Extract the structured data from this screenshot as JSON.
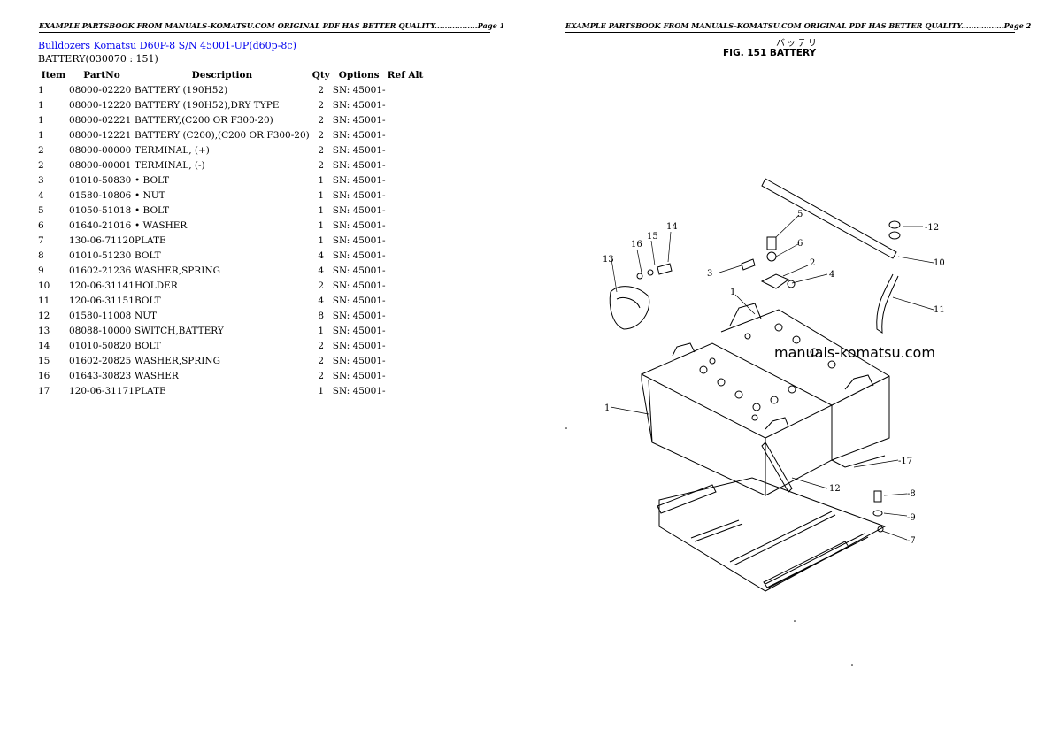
{
  "page1": {
    "header": "EXAMPLE PARTSBOOK FROM MANUALS-KOMATSU.COM ORIGINAL PDF HAS BETTER QUALITY.................Page 1",
    "breadcrumb_link1": "Bulldozers Komatsu",
    "breadcrumb_link2": "D60P-8 S/N 45001-UP(d60p-8c)",
    "subtitle": "BATTERY(030070 : 151)",
    "columns": [
      "Item",
      "PartNo",
      "Description",
      "Qty",
      "Options",
      "Ref Alt"
    ],
    "rows": [
      {
        "item": "1",
        "partno": "08000-02220",
        "desc": "BATTERY (190H52)",
        "qty": "2",
        "options": "SN: 45001-"
      },
      {
        "item": "1",
        "partno": "08000-12220",
        "desc": "BATTERY (190H52),DRY TYPE",
        "qty": "2",
        "options": "SN: 45001-"
      },
      {
        "item": "1",
        "partno": "08000-02221",
        "desc": "BATTERY,(C200 OR F300-20)",
        "qty": "2",
        "options": "SN: 45001-"
      },
      {
        "item": "1",
        "partno": "08000-12221",
        "desc": "BATTERY (C200),(C200 OR F300-20)",
        "qty": "2",
        "options": "SN: 45001-"
      },
      {
        "item": "2",
        "partno": "08000-00000",
        "desc": "TERMINAL, (+)",
        "qty": "2",
        "options": "SN: 45001-"
      },
      {
        "item": "2",
        "partno": "08000-00001",
        "desc": "TERMINAL, (-)",
        "qty": "2",
        "options": "SN: 45001-"
      },
      {
        "item": "3",
        "partno": "01010-50830",
        "desc": "• BOLT",
        "qty": "1",
        "options": "SN: 45001-"
      },
      {
        "item": "4",
        "partno": "01580-10806",
        "desc": "• NUT",
        "qty": "1",
        "options": "SN: 45001-"
      },
      {
        "item": "5",
        "partno": "01050-51018",
        "desc": "• BOLT",
        "qty": "1",
        "options": "SN: 45001-"
      },
      {
        "item": "6",
        "partno": "01640-21016",
        "desc": "• WASHER",
        "qty": "1",
        "options": "SN: 45001-"
      },
      {
        "item": "7",
        "partno": "130-06-71120",
        "desc": "PLATE",
        "qty": "1",
        "options": "SN: 45001-"
      },
      {
        "item": "8",
        "partno": "01010-51230",
        "desc": "BOLT",
        "qty": "4",
        "options": "SN: 45001-"
      },
      {
        "item": "9",
        "partno": "01602-21236",
        "desc": "WASHER,SPRING",
        "qty": "4",
        "options": "SN: 45001-"
      },
      {
        "item": "10",
        "partno": "120-06-31141",
        "desc": "HOLDER",
        "qty": "2",
        "options": "SN: 45001-"
      },
      {
        "item": "11",
        "partno": "120-06-31151",
        "desc": "BOLT",
        "qty": "4",
        "options": "SN: 45001-"
      },
      {
        "item": "12",
        "partno": "01580-11008",
        "desc": "NUT",
        "qty": "8",
        "options": "SN: 45001-"
      },
      {
        "item": "13",
        "partno": "08088-10000",
        "desc": "SWITCH,BATTERY",
        "qty": "1",
        "options": "SN: 45001-"
      },
      {
        "item": "14",
        "partno": "01010-50820",
        "desc": "BOLT",
        "qty": "2",
        "options": "SN: 45001-"
      },
      {
        "item": "15",
        "partno": "01602-20825",
        "desc": "WASHER,SPRING",
        "qty": "2",
        "options": "SN: 45001-"
      },
      {
        "item": "16",
        "partno": "01643-30823",
        "desc": "WASHER",
        "qty": "2",
        "options": "SN: 45001-"
      },
      {
        "item": "17",
        "partno": "120-06-31171",
        "desc": "PLATE",
        "qty": "1",
        "options": "SN: 45001-"
      }
    ]
  },
  "page2": {
    "header": "EXAMPLE PARTSBOOK FROM MANUALS-KOMATSU.COM ORIGINAL PDF HAS BETTER QUALITY.................Page 2",
    "figure_jp": "バッテリ",
    "figure_title": "FIG. 151  BATTERY",
    "watermark": "manuals-komatsu.com",
    "callouts": [
      "1",
      "1",
      "2",
      "3",
      "4",
      "5",
      "6",
      "-7",
      "-8",
      "-9",
      "10",
      "11",
      "12",
      "-12",
      "13",
      "14",
      "15",
      "16",
      "-17"
    ]
  }
}
